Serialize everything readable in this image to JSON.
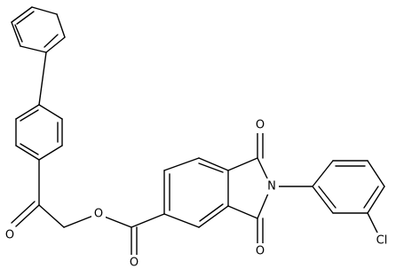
{
  "molecule": {
    "atom_labels": {
      "ketone_oxygen": "O",
      "ester_ether_oxygen": "O",
      "ester_carbonyl_oxygen": "O",
      "imide_oxygen_top": "O",
      "imide_oxygen_bottom": "O",
      "imide_nitrogen": "N",
      "chlorine": "Cl"
    },
    "colors": {
      "bond": "#000000",
      "label": "#000000",
      "background": "#ffffff"
    }
  }
}
